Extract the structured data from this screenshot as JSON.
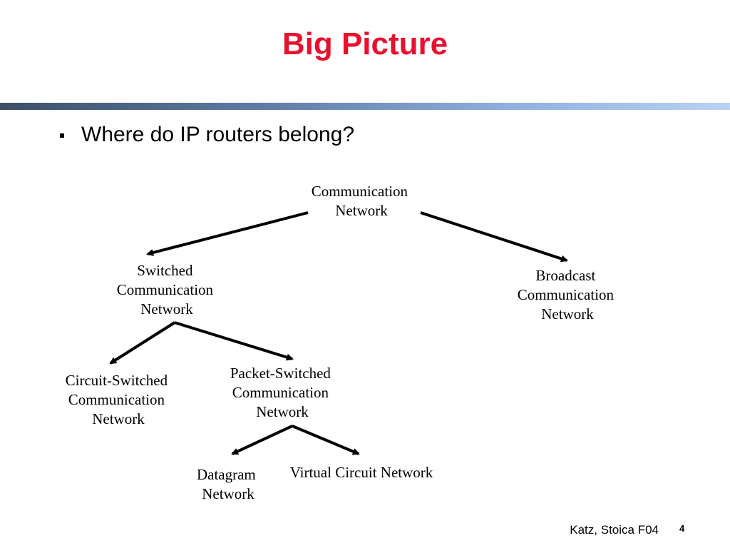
{
  "slide": {
    "title": "Big Picture",
    "bullet": "Where do IP routers belong?",
    "footer": "Katz, Stoica F04",
    "page_number": "4"
  },
  "diagram": {
    "nodes": {
      "root": [
        "Communication",
        "Network"
      ],
      "switched": [
        "Switched",
        "Communication",
        "Network"
      ],
      "broadcast": [
        "Broadcast",
        "Communication",
        "Network"
      ],
      "circuit_switched": [
        "Circuit-Switched",
        "Communication",
        "Network"
      ],
      "packet_switched": [
        "Packet-Switched",
        "Communication",
        "Network"
      ],
      "datagram": [
        "Datagram",
        "Network"
      ],
      "virtual_circuit": [
        "Virtual Circuit Network"
      ]
    },
    "edges": [
      {
        "from": "root",
        "to": "switched"
      },
      {
        "from": "root",
        "to": "broadcast"
      },
      {
        "from": "switched",
        "to": "circuit_switched"
      },
      {
        "from": "switched",
        "to": "packet_switched"
      },
      {
        "from": "packet_switched",
        "to": "datagram"
      },
      {
        "from": "packet_switched",
        "to": "virtual_circuit"
      }
    ]
  },
  "colors": {
    "title": "#e8102e",
    "arrow": "#000000",
    "rule_start": "#3d4f66",
    "rule_end": "#b9d2f3"
  }
}
